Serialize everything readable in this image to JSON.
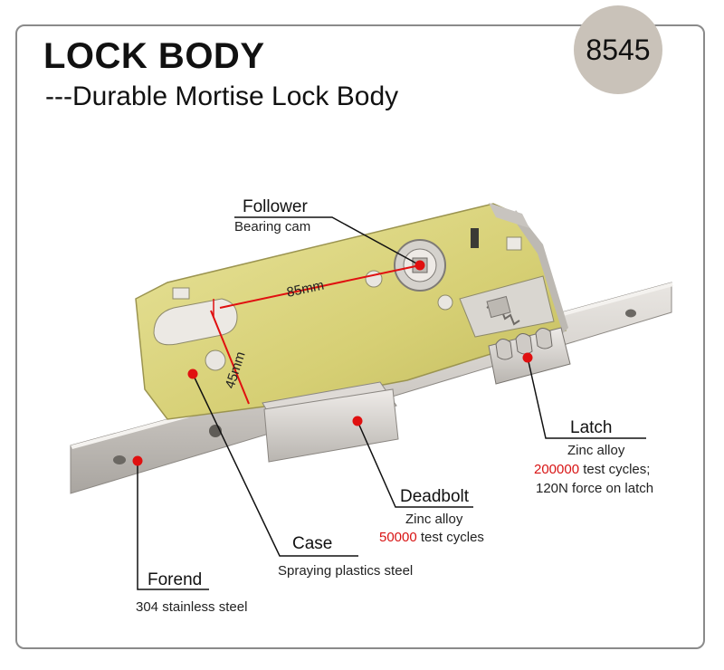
{
  "header": {
    "title": "LOCK BODY",
    "subtitle": "---Durable Mortise Lock Body",
    "model_number": "8545"
  },
  "dimensions": {
    "horizontal": "85mm",
    "vertical": "45mm"
  },
  "callouts": {
    "follower": {
      "name": "Follower",
      "desc": "Bearing cam"
    },
    "latch": {
      "name": "Latch",
      "material": "Zinc alloy",
      "cycles_value": "200000",
      "cycles_text": "test cycles;",
      "force": "120N force on latch"
    },
    "deadbolt": {
      "name": "Deadbolt",
      "material": "Zinc alloy",
      "cycles_value": "50000",
      "cycles_text": "test cycles"
    },
    "case": {
      "name": "Case",
      "desc": "Spraying plastics steel"
    },
    "forend": {
      "name": "Forend",
      "desc": "304 stainless steel"
    }
  },
  "colors": {
    "marker_red": "#e01010",
    "case_yellow": "#d9d27a",
    "steel": "#cfcbc6",
    "badge": "#c9c2b9"
  }
}
